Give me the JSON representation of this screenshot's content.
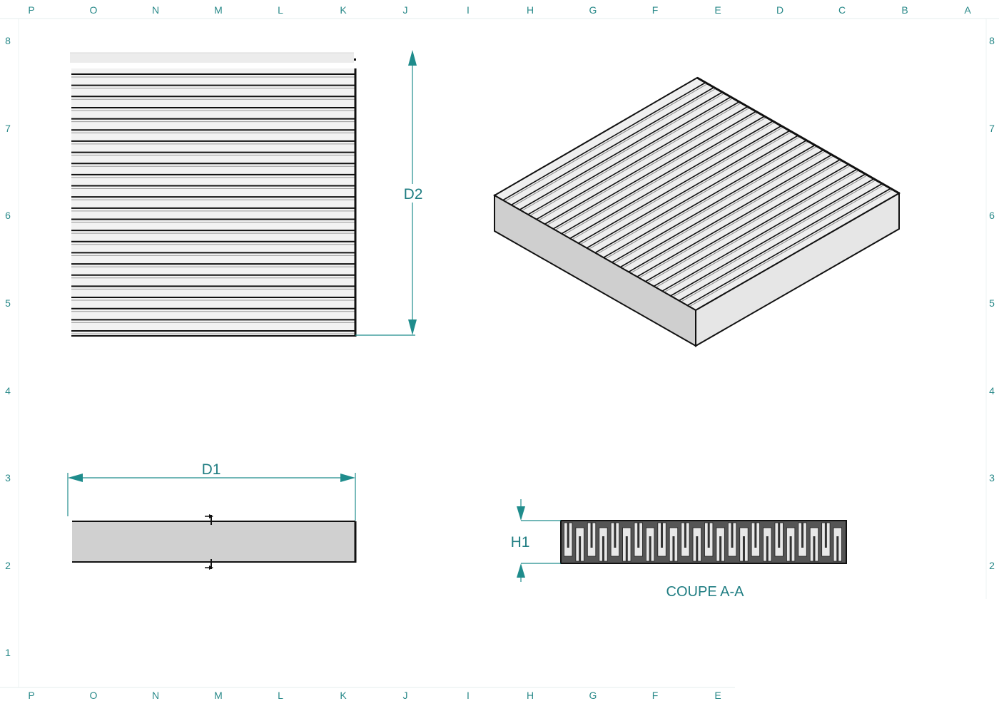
{
  "border": {
    "columns_top": [
      "P",
      "O",
      "N",
      "M",
      "L",
      "K",
      "J",
      "I",
      "H",
      "G",
      "F",
      "E",
      "D",
      "C",
      "B",
      "A"
    ],
    "columns_bottom": [
      "P",
      "O",
      "N",
      "M",
      "L",
      "K",
      "J",
      "I",
      "H",
      "G",
      "F",
      "E"
    ],
    "rows_left": [
      "8",
      "7",
      "6",
      "5",
      "4",
      "3",
      "2",
      "1"
    ],
    "rows_right": [
      "8",
      "7",
      "6",
      "5",
      "4",
      "3",
      "2"
    ]
  },
  "views": {
    "top_view": {
      "ribs": 24,
      "dimension_label": "D2"
    },
    "front_view": {
      "dimension_label": "D1"
    },
    "isometric_view": {
      "ribs": 24
    },
    "section_view": {
      "dimension_label": "H1",
      "title": "COUPE A-A",
      "cells": 24
    }
  },
  "colors": {
    "annotation": "#1f8c8c",
    "zone_text": "#2a8a8a",
    "part_fill": "#d0d0d0",
    "outline": "#111111"
  }
}
